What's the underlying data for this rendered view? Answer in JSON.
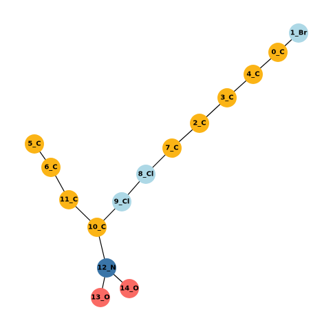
{
  "colors": {
    "C": "#fbb416",
    "Br": "#add8e6",
    "Cl": "#add8e6",
    "N": "#3a75a8",
    "O": "#fa6a64"
  },
  "nodes": [
    {
      "id": "0",
      "label": "0_C",
      "element": "C"
    },
    {
      "id": "1",
      "label": "1_Br",
      "element": "Br"
    },
    {
      "id": "2",
      "label": "2_C",
      "element": "C"
    },
    {
      "id": "3",
      "label": "3_C",
      "element": "C"
    },
    {
      "id": "4",
      "label": "4_C",
      "element": "C"
    },
    {
      "id": "5",
      "label": "5_C",
      "element": "C"
    },
    {
      "id": "6",
      "label": "6_C",
      "element": "C"
    },
    {
      "id": "7",
      "label": "7_C",
      "element": "C"
    },
    {
      "id": "8",
      "label": "8_Cl",
      "element": "Cl"
    },
    {
      "id": "9",
      "label": "9_Cl",
      "element": "Cl"
    },
    {
      "id": "10",
      "label": "10_C",
      "element": "C"
    },
    {
      "id": "11",
      "label": "11_C",
      "element": "C"
    },
    {
      "id": "12",
      "label": "12_N",
      "element": "N"
    },
    {
      "id": "13",
      "label": "13_O",
      "element": "O"
    },
    {
      "id": "14",
      "label": "14_O",
      "element": "O"
    }
  ],
  "edges": [
    [
      "1",
      "0"
    ],
    [
      "0",
      "4"
    ],
    [
      "4",
      "3"
    ],
    [
      "3",
      "2"
    ],
    [
      "2",
      "7"
    ],
    [
      "7",
      "8"
    ],
    [
      "8",
      "9"
    ],
    [
      "9",
      "10"
    ],
    [
      "10",
      "11"
    ],
    [
      "11",
      "6"
    ],
    [
      "6",
      "5"
    ],
    [
      "10",
      "12"
    ],
    [
      "12",
      "13"
    ],
    [
      "12",
      "14"
    ]
  ]
}
